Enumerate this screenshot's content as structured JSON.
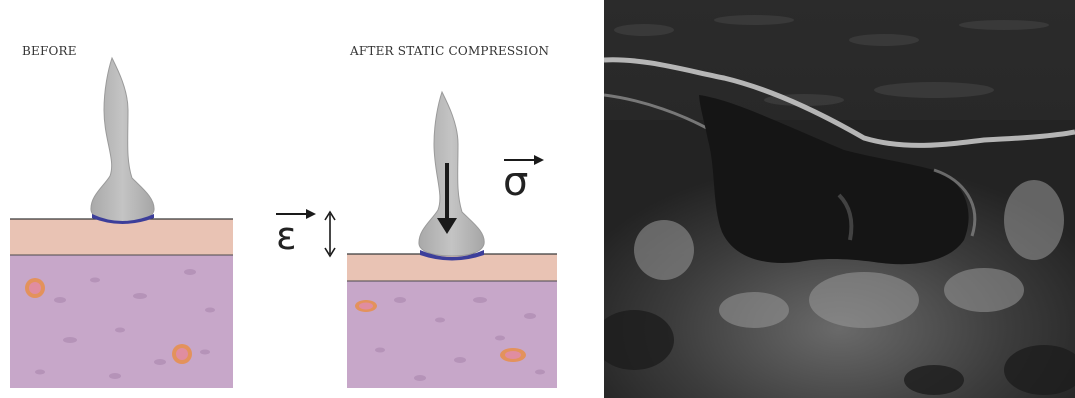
{
  "panels": {
    "before": {
      "label": "BEFORE"
    },
    "after": {
      "label": "AFTER STATIC COMPRESSION"
    }
  },
  "symbols": {
    "stress": "σ",
    "strain": "ε"
  },
  "colors": {
    "skin_layer": "#e9c3b4",
    "tissue": "#c7a7c9",
    "probe": "#b7b7b7",
    "probe_tip": "#3c3e9a",
    "lesion": "#e3925c",
    "ultrasound_bg": "#1a1a1a"
  }
}
